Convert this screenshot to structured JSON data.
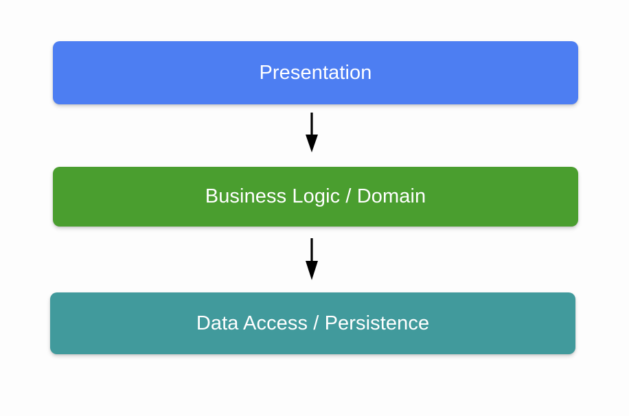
{
  "diagram": {
    "type": "flowchart",
    "orientation": "top-to-bottom",
    "background_color": "#fdfdfd",
    "title": "",
    "nodes": [
      {
        "id": "presentation",
        "label": "Presentation",
        "color": "#4d7ef2",
        "text_color": "#ffffff",
        "shape": "rounded-rectangle",
        "order": 1
      },
      {
        "id": "business-logic",
        "label": "Business Logic / Domain",
        "color": "#4a9e2f",
        "text_color": "#ffffff",
        "shape": "rounded-rectangle",
        "order": 2
      },
      {
        "id": "data-access",
        "label": "Data Access / Persistence",
        "color": "#419a9c",
        "text_color": "#ffffff",
        "shape": "rounded-rectangle",
        "order": 3
      }
    ],
    "edges": [
      {
        "id": "presentation-to-business",
        "from": "presentation",
        "to": "business-logic",
        "label": "",
        "style": "solid",
        "arrowhead": "filled-triangle",
        "color": "#000000"
      },
      {
        "id": "business-to-data",
        "from": "business-logic",
        "to": "data-access",
        "label": "",
        "style": "solid",
        "arrowhead": "filled-triangle",
        "color": "#000000"
      }
    ]
  }
}
